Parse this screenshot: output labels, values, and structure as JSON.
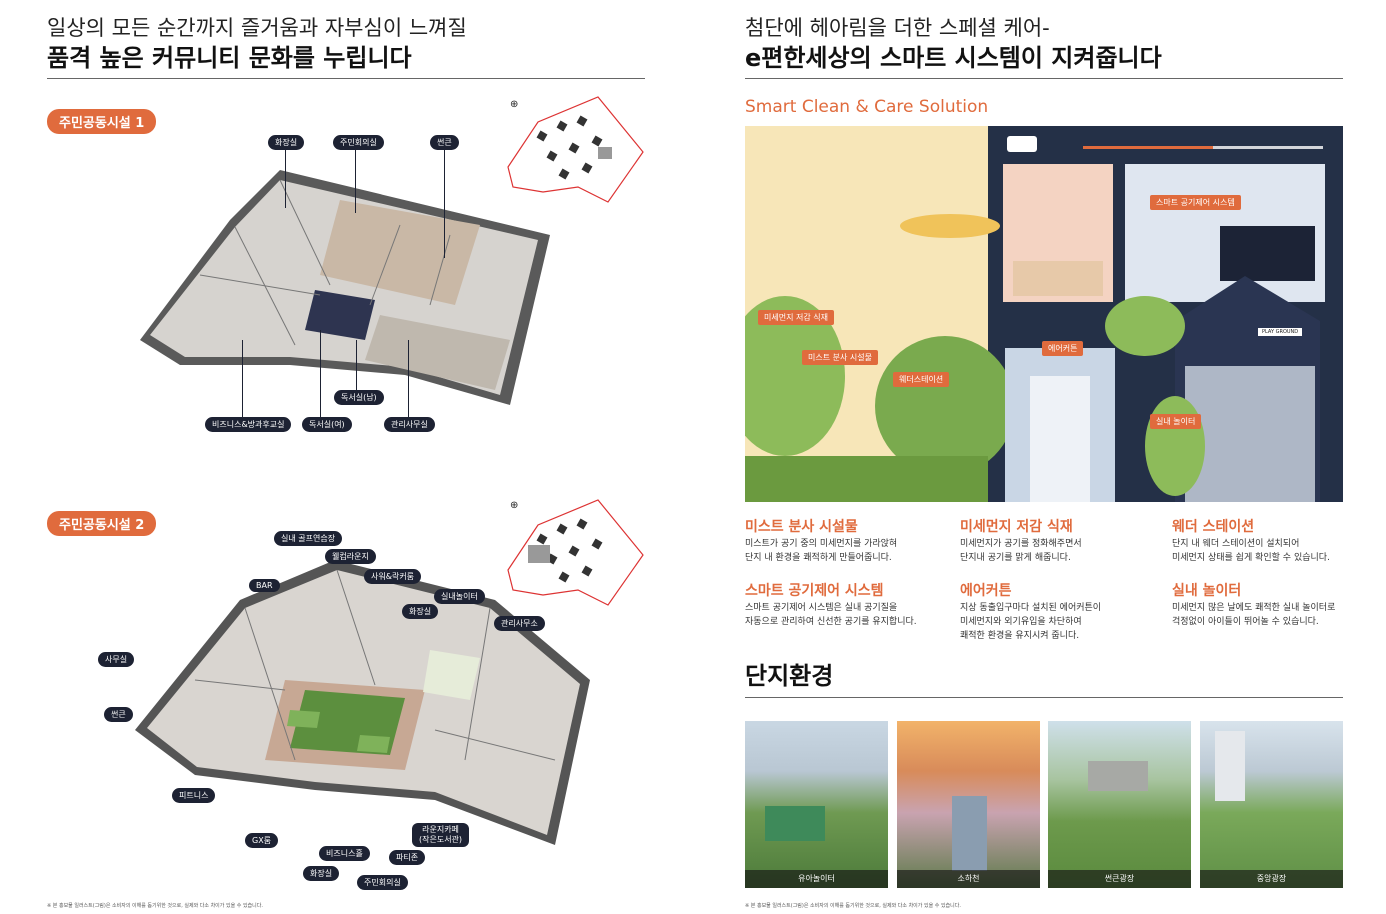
{
  "left": {
    "heading_line1": "일상의 모든 순간까지 즐거움과 자부심이 느껴질",
    "heading_line2": "품격 높은 커뮤니티 문화를 누립니다",
    "section1": {
      "label": "주민공동시설 1",
      "callouts": [
        "화장실",
        "주민회의실",
        "썬큰",
        "비즈니스&방과후교실",
        "독서실(여)",
        "독서실(남)",
        "관리사무실"
      ]
    },
    "section2": {
      "label": "주민공동시설 2",
      "callouts": [
        "실내 골프연습장",
        "웰컴라운지",
        "사워&락커룸",
        "BAR",
        "화장실",
        "실내놀이터",
        "관리사무소",
        "사무실",
        "썬큰",
        "피트니스",
        "GX룸",
        "비즈니스홀",
        "라운지카페\n(작은도서관)",
        "파티존",
        "화장실",
        "주민회의실"
      ]
    },
    "footnote": "※ 본 홍보물 일러스트(그림)은 소비자의 이해를 돕기위한 것으로, 실제와 다소 차이가 있을 수 있습니다."
  },
  "right": {
    "heading_line1": "첨단에 헤아림을 더한 스페셜 케어-",
    "heading_line2": "e편한세상의 스마트 시스템이 지켜줍니다",
    "solution_title": "Smart Clean & Care Solution",
    "illus_tags": [
      "미세먼지 저감 식재",
      "미스트 분사 시설물",
      "웨더스테이션",
      "스마트 공기제어 시스템",
      "에어커튼",
      "실내 놀이터"
    ],
    "play_sign": "PLAY GROUND",
    "features": [
      {
        "title": "미스트 분사 시설물",
        "desc": "미스트가 공기 중의 미세먼지를 가라앉혀\n단지 내 환경을 쾌적하게 만들어줍니다."
      },
      {
        "title": "미세먼지 저감 식재",
        "desc": "미세먼지가 공기를 정화해주면서\n단지내 공기를 맑게 해줍니다."
      },
      {
        "title": "웨더 스테이션",
        "desc": "단지 내 웨더 스테이션이 설치되어\n미세먼지 상태를 쉽게 확인할 수 있습니다."
      },
      {
        "title": "스마트 공기제어 시스템",
        "desc": "스마트 공기제어 시스템은 실내 공기질을\n자동으로 관리하여 신선한 공기를 유지합니다."
      },
      {
        "title": "에어커튼",
        "desc": "지상 동출입구마다 설치된 에어커튼이\n미세먼지와 외기유입을 차단하여\n쾌적한 환경을 유지시켜 줍니다."
      },
      {
        "title": "실내 놀이터",
        "desc": "미세먼지 많은 날에도 쾌적한 실내 놀이터로\n걱정없이 아이들이 뛰어놀 수 있습니다."
      }
    ],
    "env_title": "단지환경",
    "photos": [
      "유아놀이터",
      "소하천",
      "썬큰광장",
      "중앙광장"
    ],
    "footnote": "※ 본 홍보물 일러스트(그림)은 소비자의 이해를 돕기위한 것으로, 실제와 다소 차이가 있을 수 있습니다."
  }
}
